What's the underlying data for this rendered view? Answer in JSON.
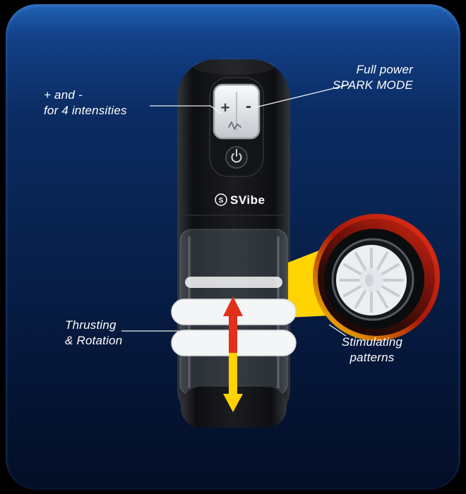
{
  "colors": {
    "background": "#000000",
    "card_top_blue": "#2063b4",
    "card_deep_navy": "#051638",
    "accent_red": "#e2301a",
    "accent_yellow": "#ffd200",
    "device_black": "#121316",
    "white": "#ffffff"
  },
  "device": {
    "brand": "SVibe",
    "logo_glyph": "S",
    "plus": "+",
    "minus": "-"
  },
  "callouts": {
    "intensities": {
      "line1": "+ and -",
      "line2": "for 4 intensities"
    },
    "spark": {
      "line1": "Full power",
      "line2": "SPARK MODE"
    },
    "thrusting": {
      "line1": "Thrusting",
      "line2": "& Rotation"
    },
    "stimulating": {
      "line1": "Stimulating",
      "line2": "patterns"
    }
  }
}
